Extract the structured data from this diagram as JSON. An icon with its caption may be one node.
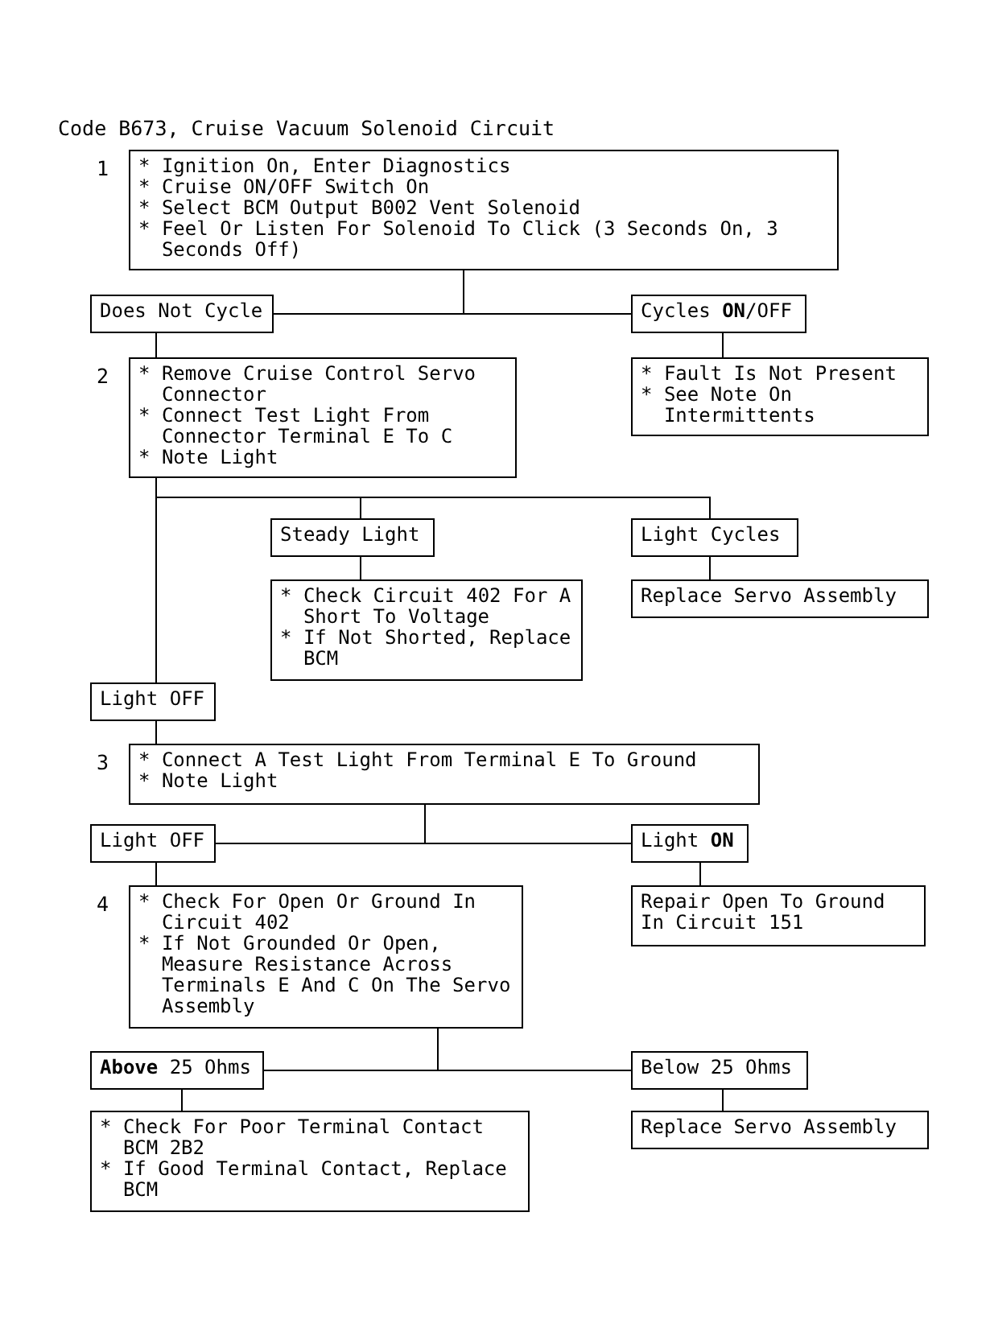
{
  "diagram": {
    "title": "Code B673, Cruise Vacuum Solenoid Circuit",
    "nodes": [
      {
        "text": [
          "* Ignition On, Enter Diagnostics",
          "* Cruise ON/OFF Switch On",
          "* Select BCM Output B002 Vent Solenoid",
          "* Feel Or Listen For Solenoid To Click (3 Seconds On, 3 Seconds Off)"
        ],
        "beside": [
          "1"
        ]
      },
      {
        "text": [
          "Does Not Cycle"
        ]
      },
      {
        "text": [
          "Cycles **ON**/OFF"
        ]
      },
      {
        "text": [
          "* Remove Cruise Control Servo Connector",
          "* Connect Test Light From Connector Terminal E To C",
          "* Note Light"
        ],
        "beside": [
          "2"
        ]
      },
      {
        "text": [
          "* Fault Is Not Present",
          "* See Note On Intermittents"
        ]
      },
      {
        "text": [
          "Steady Light"
        ]
      },
      {
        "text": [
          "Light Cycles"
        ]
      },
      {
        "text": [
          "* Check Circuit 402 For A Short To Voltage",
          "* If Not Shorted, Replace BCM"
        ]
      },
      {
        "text": [
          "Replace Servo Assembly"
        ]
      },
      {
        "text": [
          "Light OFF"
        ]
      },
      {
        "text": [
          "* Connect A Test Light From Terminal E To Ground",
          "* Note Light"
        ],
        "beside": [
          "3"
        ]
      },
      {
        "text": [
          "Light OFF"
        ]
      },
      {
        "text": [
          "Light **ON**"
        ]
      },
      {
        "text": [
          "* Check For Open Or Ground In Circuit 402",
          "* If Not Grounded Or Open, Measure Resistance Across Terminals E And C On The Servo Assembly"
        ],
        "beside": [
          "4"
        ]
      },
      {
        "text": [
          "Repair Open To Ground In Circuit 151"
        ]
      },
      {
        "text": [
          "**Above** 25 Ohms"
        ]
      },
      {
        "text": [
          "Below 25 Ohms"
        ]
      },
      {
        "text": [
          "* Check For Poor Terminal Contact BCM 2B2",
          "* If Good Terminal Contact, Replace BCM"
        ]
      },
      {
        "text": [
          "Replace Servo Assembly"
        ]
      }
    ],
    "edges": [
      {
        "from": 0,
        "to": 1,
        "arrow": "none"
      },
      {
        "from": 0,
        "to": 2,
        "arrow": "none"
      },
      {
        "from": 1,
        "to": 3,
        "arrow": "none"
      },
      {
        "from": 2,
        "to": 4,
        "arrow": "none"
      },
      {
        "from": 3,
        "to": 5,
        "arrow": "none"
      },
      {
        "from": 3,
        "to": 6,
        "arrow": "none"
      },
      {
        "from": 3,
        "to": 9,
        "arrow": "none"
      },
      {
        "from": 5,
        "to": 7,
        "arrow": "none"
      },
      {
        "from": 6,
        "to": 8,
        "arrow": "none"
      },
      {
        "from": 9,
        "to": 10,
        "arrow": "none"
      },
      {
        "from": 10,
        "to": 11,
        "arrow": "none"
      },
      {
        "from": 10,
        "to": 12,
        "arrow": "none"
      },
      {
        "from": 11,
        "to": 13,
        "arrow": "none"
      },
      {
        "from": 12,
        "to": 14,
        "arrow": "none"
      },
      {
        "from": 13,
        "to": 15,
        "arrow": "none"
      },
      {
        "from": 13,
        "to": 16,
        "arrow": "none"
      },
      {
        "from": 15,
        "to": 17,
        "arrow": "none"
      },
      {
        "from": 16,
        "to": 18,
        "arrow": "none"
      }
    ]
  }
}
